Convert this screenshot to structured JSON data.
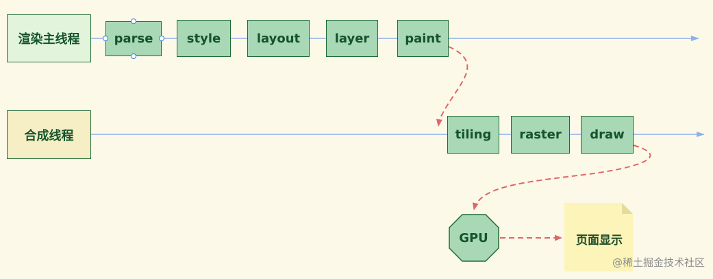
{
  "threads": {
    "main": "渲染主线程",
    "compositor": "合成线程"
  },
  "main_stages": [
    "parse",
    "style",
    "layout",
    "layer",
    "paint"
  ],
  "compositor_stages": [
    "tiling",
    "raster",
    "draw"
  ],
  "gpu": "GPU",
  "output": "页面显示",
  "watermark": "@稀土掘金技术社区",
  "colors": {
    "background": "#fcf9e9",
    "timeline": "#8fb0ea",
    "dashed_arrow": "#e06666",
    "stage_fill": "#a8d8b6",
    "stage_border": "#1f6b35",
    "main_thread_fill": "#e2f5dc",
    "compositor_thread_fill": "#f6eec4",
    "note_fill": "#fcf4b8"
  }
}
